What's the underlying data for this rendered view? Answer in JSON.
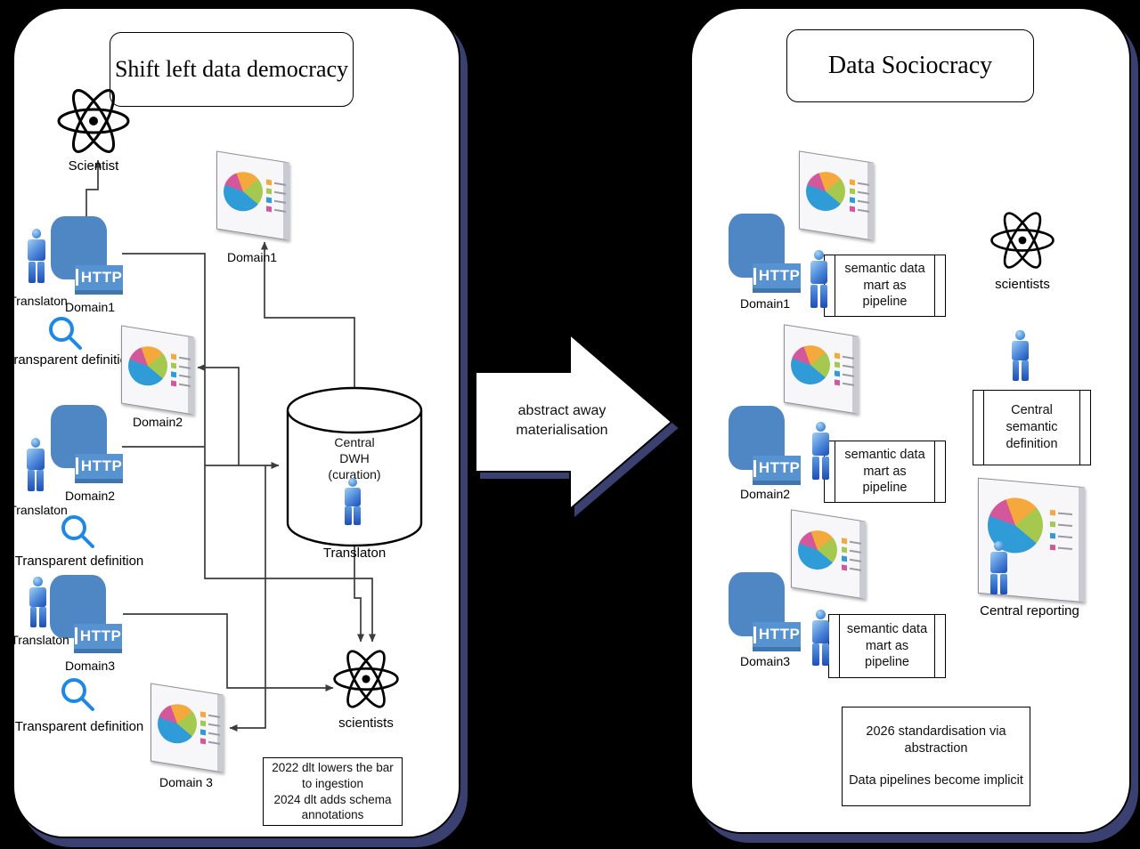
{
  "left_panel": {
    "title": "Shift left data democracy",
    "scientist_top": {
      "label": "Scientist"
    },
    "charts": [
      {
        "label": "Domain1"
      },
      {
        "label": "Domain2"
      },
      {
        "label": "Domain 3"
      }
    ],
    "sources": [
      {
        "domain": "Domain1",
        "translator": "Translaton",
        "definition": "Transparent definition",
        "http": "HTTP"
      },
      {
        "domain": "Domain2",
        "translator": "Translaton",
        "definition": "Transparent definition",
        "http": "HTTP"
      },
      {
        "domain": "Domain3",
        "translator": "Translaton",
        "definition": "Transparent definition",
        "http": "HTTP"
      }
    ],
    "dwh": {
      "title": "Central DWH (curation)",
      "person_label": "Translaton"
    },
    "scientists_bottom": {
      "label": "scientists"
    },
    "note": [
      "2022 dlt lowers the bar to ingestion",
      "2024 dlt adds schema annotations"
    ]
  },
  "transition": {
    "label": "abstract away materialisation"
  },
  "right_panel": {
    "title": "Data Sociocracy",
    "rows": [
      {
        "domain": "Domain1",
        "http": "HTTP",
        "box": "semantic data mart as pipeline"
      },
      {
        "domain": "Domain2",
        "http": "HTTP",
        "box": "semantic data mart as pipeline"
      },
      {
        "domain": "Domain3",
        "http": "HTTP",
        "box": "semantic data mart as pipeline"
      }
    ],
    "scientists": {
      "label": "scientists"
    },
    "central_semantic": {
      "label": "Central semantic definition"
    },
    "central_reporting": {
      "label": "Central reporting"
    },
    "note": [
      "2026 standardisation via abstraction",
      "Data pipelines become implicit"
    ]
  },
  "colors": {
    "background": "#000000",
    "panel_shadow": "#3a4170",
    "http_blue": "#4e87c4",
    "http_tab_blue": "#5693d0",
    "person_blue": "#2f6fd0",
    "magnifier_blue": "#1e88e5",
    "pie_blue": "#2f9cd8",
    "pie_green": "#a5c94f",
    "pie_orange": "#f5a93d",
    "pie_pink": "#d2579b"
  }
}
